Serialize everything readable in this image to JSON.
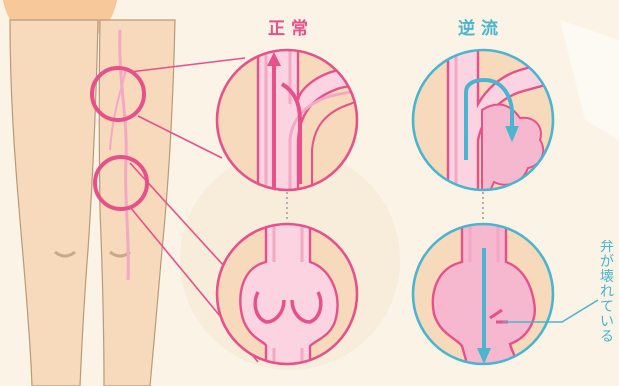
{
  "labels": {
    "normal": "正常",
    "reflux": "逆流",
    "valve_note": "弁が壊れている"
  },
  "colors": {
    "background": "#fbf3e6",
    "normal_accent": "#e8508a",
    "reflux_accent": "#4bb5cf",
    "skin": "#f7d9bc",
    "vein": "#f3a9c4",
    "vein_light": "#fbd3e1"
  },
  "icons": [
    "leg-illustration",
    "normal-vein-valve-icon",
    "reflux-vein-valve-icon",
    "flow-arrow-icon"
  ]
}
